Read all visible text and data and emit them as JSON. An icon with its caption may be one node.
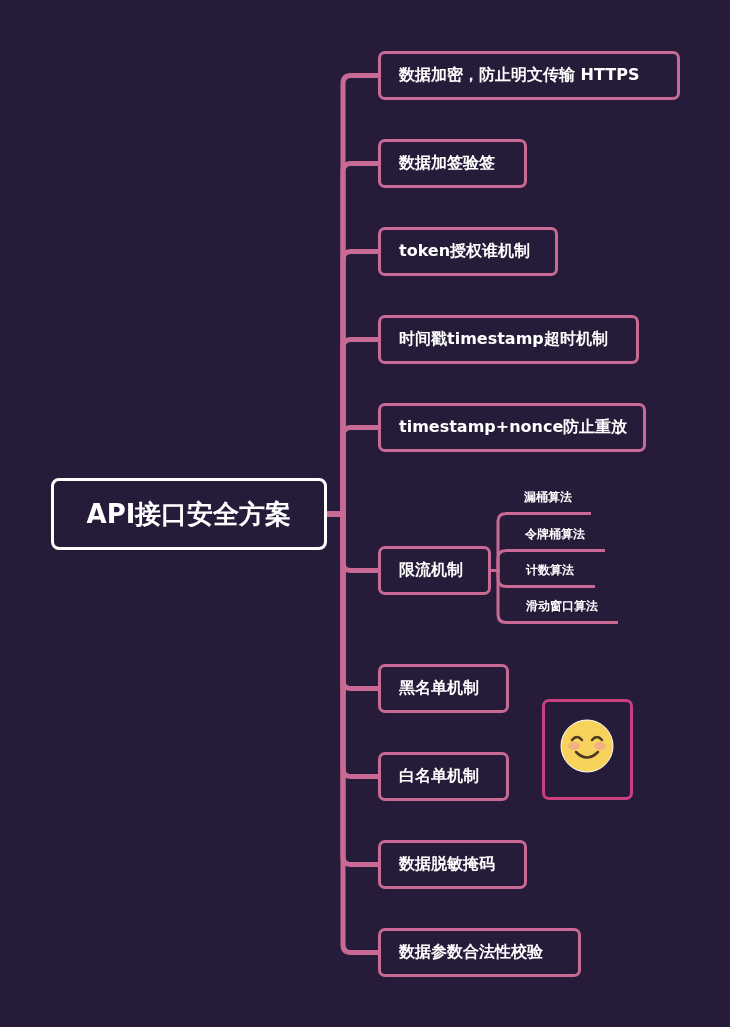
{
  "diagram": {
    "nodes": [
      {
        "text": [
          "API接口安全方案"
        ]
      },
      {
        "text": [
          "数据加密，防止明文传输 HTTPS"
        ]
      },
      {
        "text": [
          "数据加签验签"
        ]
      },
      {
        "text": [
          "token授权谁机制"
        ]
      },
      {
        "text": [
          "时间戳timestamp超时机制"
        ]
      },
      {
        "text": [
          "timestamp+nonce防止重放"
        ]
      },
      {
        "text": [
          "限流机制"
        ]
      },
      {
        "text": [
          "漏桶算法"
        ]
      },
      {
        "text": [
          "令牌桶算法"
        ]
      },
      {
        "text": [
          "计数算法"
        ]
      },
      {
        "text": [
          "滑动窗口算法"
        ]
      },
      {
        "text": [
          "黑名单机制"
        ]
      },
      {
        "text": [],
        "shape": "box"
      },
      {
        "text": [
          "白名单机制"
        ]
      },
      {
        "text": [
          "数据脱敏掩码"
        ]
      },
      {
        "text": [
          "数据参数合法性校验"
        ]
      }
    ],
    "edges": [
      {
        "from": 0,
        "to": 1,
        "arrow": "none"
      },
      {
        "from": 0,
        "to": 2,
        "arrow": "none"
      },
      {
        "from": 0,
        "to": 3,
        "arrow": "none"
      },
      {
        "from": 0,
        "to": 4,
        "arrow": "none"
      },
      {
        "from": 0,
        "to": 5,
        "arrow": "none"
      },
      {
        "from": 0,
        "to": 6,
        "arrow": "none"
      },
      {
        "from": 6,
        "to": 7,
        "arrow": "none"
      },
      {
        "from": 6,
        "to": 8,
        "arrow": "none"
      },
      {
        "from": 6,
        "to": 9,
        "arrow": "none"
      },
      {
        "from": 6,
        "to": 10,
        "arrow": "none"
      },
      {
        "from": 0,
        "to": 11,
        "arrow": "none"
      },
      {
        "from": 0,
        "to": 13,
        "arrow": "none"
      },
      {
        "from": 0,
        "to": 14,
        "arrow": "none"
      },
      {
        "from": 0,
        "to": 15,
        "arrow": "none"
      }
    ]
  }
}
